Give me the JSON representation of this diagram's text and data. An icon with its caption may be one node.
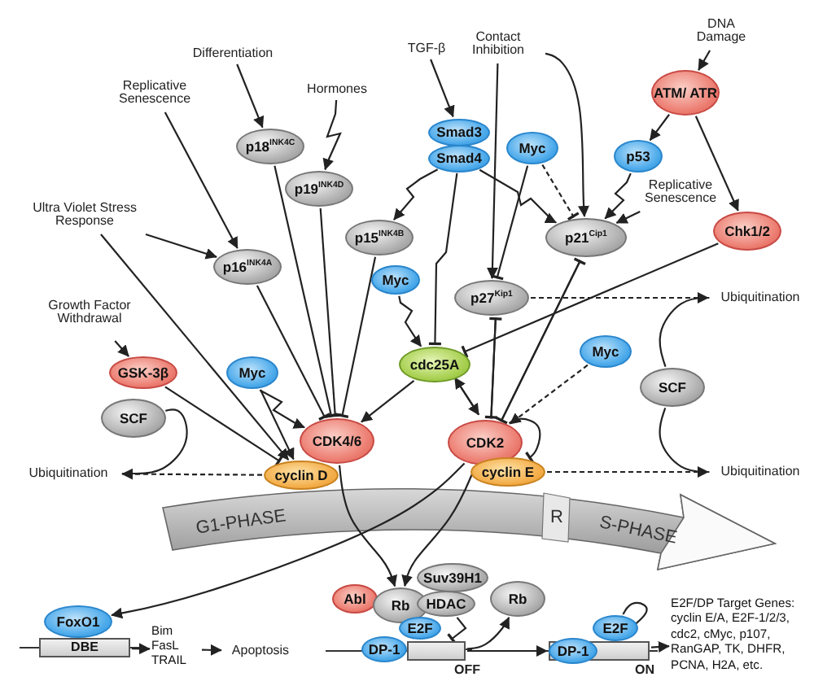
{
  "diagram": {
    "nodes": [
      {
        "text": [
          "Differentiation"
        ]
      },
      {
        "text": [
          "Replicative Senescence"
        ]
      },
      {
        "text": [
          "Hormones"
        ]
      },
      {
        "text": [
          "TGF-β"
        ]
      },
      {
        "text": [
          "Contact Inhibition"
        ]
      },
      {
        "text": [
          "DNA Damage"
        ]
      },
      {
        "text": [
          "ATM/ ATR"
        ]
      },
      {
        "text": [
          "p18$^{INK4C}$"
        ]
      },
      {
        "text": [
          "p19$^{INK4D}$"
        ]
      },
      {
        "text": [
          "p15$^{INK4B}$"
        ]
      },
      {
        "text": [
          "Smad3"
        ]
      },
      {
        "text": [
          "Smad4"
        ]
      },
      {
        "text": [
          "Myc"
        ]
      },
      {
        "text": [
          "p53"
        ]
      },
      {
        "text": [
          "Replicative Senescence"
        ]
      },
      {
        "text": [
          "Chk1/2"
        ]
      },
      {
        "text": [
          "p21$^{Cip1}$"
        ]
      },
      {
        "text": [
          "p27$^{Kip1}$"
        ]
      },
      {
        "text": [
          "Ultra Violet Stress Response"
        ]
      },
      {
        "text": [
          "p16$^{INK4A}$"
        ]
      },
      {
        "text": [
          "Myc"
        ]
      },
      {
        "text": [
          "Growth Factor Withdrawal"
        ]
      },
      {
        "text": [
          "GSK-3β"
        ]
      },
      {
        "text": [
          "Myc"
        ]
      },
      {
        "text": [
          "SCF"
        ]
      },
      {
        "text": [
          "CDK4/6"
        ]
      },
      {
        "text": [
          "cyclin D"
        ]
      },
      {
        "text": [
          "Ubiquitination"
        ]
      },
      {
        "text": [
          "cdc25A"
        ]
      },
      {
        "text": [
          "Myc"
        ]
      },
      {
        "text": [
          "SCF"
        ]
      },
      {
        "text": [
          "Ubiquitination"
        ]
      },
      {
        "text": [
          "CDK2"
        ]
      },
      {
        "text": [
          "cyclin E"
        ]
      },
      {
        "text": [
          "Ubiquitination"
        ]
      },
      {
        "text": [
          "FoxO1"
        ]
      },
      {
        "text": [
          "DBE"
        ]
      },
      {
        "text": [
          "Bim FasL TRAIL"
        ]
      },
      {
        "text": [
          "Apoptosis"
        ]
      },
      {
        "text": [
          "Abl"
        ]
      },
      {
        "text": [
          "Rb"
        ]
      },
      {
        "text": [
          "Suv39H1"
        ]
      },
      {
        "text": [
          "HDAC"
        ]
      },
      {
        "text": [
          "E2F"
        ]
      },
      {
        "text": [
          "DP-1"
        ]
      },
      {
        "text": [],
        "shape": "box",
        "beside": [
          "OFF"
        ]
      },
      {
        "text": [
          "Rb"
        ]
      },
      {
        "text": [],
        "shape": "box",
        "beside": [
          "ON"
        ]
      },
      {
        "text": [
          "E2F"
        ]
      },
      {
        "text": [
          "DP-1"
        ]
      },
      {
        "text": [
          "E2F/DP Target Genes: cyclin E/A, E2F-1/2/3, cdc2, cMyc, p107, RanGAP, TK, DHFR, PCNA, H2A, etc."
        ]
      }
    ],
    "edges": [
      {
        "from": 0,
        "to": 7,
        "arrow": "to"
      },
      {
        "from": 1,
        "to": 19,
        "arrow": "to"
      },
      {
        "from": 2,
        "to": 8,
        "arrow": "to"
      },
      {
        "from": 3,
        "to": 10,
        "arrow": "to"
      },
      {
        "from": 4,
        "to": 16,
        "arrow": "to"
      },
      {
        "from": 4,
        "to": 17,
        "arrow": "to"
      },
      {
        "from": 5,
        "to": 6,
        "arrow": "to"
      },
      {
        "from": 6,
        "to": 13,
        "arrow": "to"
      },
      {
        "from": 6,
        "to": 15,
        "arrow": "to"
      },
      {
        "from": 11,
        "to": 9,
        "arrow": "to"
      },
      {
        "from": 11,
        "to": 16,
        "arrow": "to"
      },
      {
        "from": 11,
        "to": 28,
        "arrow": "other"
      },
      {
        "from": 12,
        "to": 16,
        "arrow": "other",
        "style": "dashed"
      },
      {
        "from": 12,
        "to": 17,
        "arrow": "other"
      },
      {
        "from": 13,
        "to": 16,
        "arrow": "to"
      },
      {
        "from": 14,
        "to": 16,
        "arrow": "to"
      },
      {
        "from": 15,
        "to": 28,
        "arrow": "other"
      },
      {
        "from": 18,
        "to": 19,
        "arrow": "to"
      },
      {
        "from": 18,
        "to": 26,
        "arrow": "to"
      },
      {
        "from": 7,
        "to": 25,
        "arrow": "other"
      },
      {
        "from": 8,
        "to": 25,
        "arrow": "other"
      },
      {
        "from": 9,
        "to": 25,
        "arrow": "other"
      },
      {
        "from": 19,
        "to": 25,
        "arrow": "other"
      },
      {
        "from": 20,
        "to": 28,
        "arrow": "to"
      },
      {
        "from": 21,
        "to": 22,
        "arrow": "to"
      },
      {
        "from": 22,
        "to": 26,
        "arrow": "other"
      },
      {
        "from": 23,
        "to": 26,
        "arrow": "to"
      },
      {
        "from": 28,
        "to": 25,
        "arrow": "to"
      },
      {
        "from": 26,
        "to": 27,
        "arrow": "to",
        "style": "dashed"
      },
      {
        "from": 24,
        "to": 27,
        "arrow": "none"
      },
      {
        "from": 17,
        "to": 31,
        "arrow": "to",
        "style": "dashed"
      },
      {
        "from": 30,
        "to": 31,
        "arrow": "none"
      },
      {
        "from": 33,
        "to": 34,
        "arrow": "to",
        "style": "dashed"
      },
      {
        "from": 30,
        "to": 34,
        "arrow": "none"
      },
      {
        "from": 16,
        "to": 32,
        "arrow": "other"
      },
      {
        "from": 32,
        "to": 16,
        "arrow": "other"
      },
      {
        "from": 17,
        "to": 32,
        "arrow": "other"
      },
      {
        "from": 32,
        "to": 17,
        "arrow": "other"
      },
      {
        "from": 28,
        "to": 32,
        "arrow": "to"
      },
      {
        "from": 32,
        "to": 28,
        "arrow": "to"
      },
      {
        "from": 29,
        "to": 32,
        "arrow": "to",
        "style": "dashed"
      },
      {
        "from": 32,
        "to": 33,
        "arrow": "other"
      },
      {
        "from": 25,
        "to": 40,
        "arrow": "to"
      },
      {
        "from": 32,
        "to": 40,
        "arrow": "to"
      },
      {
        "from": 32,
        "to": 35,
        "arrow": "to"
      },
      {
        "from": 36,
        "to": 37,
        "arrow": "to"
      },
      {
        "from": 37,
        "to": 38,
        "arrow": "to"
      },
      {
        "from": 42,
        "to": 45,
        "arrow": "other"
      },
      {
        "from": 45,
        "to": 46,
        "arrow": "to"
      },
      {
        "from": 45,
        "to": 47,
        "arrow": "to"
      },
      {
        "from": 48,
        "to": 47,
        "arrow": "to"
      },
      {
        "from": 47,
        "to": 50,
        "arrow": "to"
      },
      {
        "from": 23,
        "to": 25,
        "arrow": "to"
      }
    ],
    "labels": [
      "G1-PHASE",
      "R",
      "S-PHASE"
    ]
  }
}
